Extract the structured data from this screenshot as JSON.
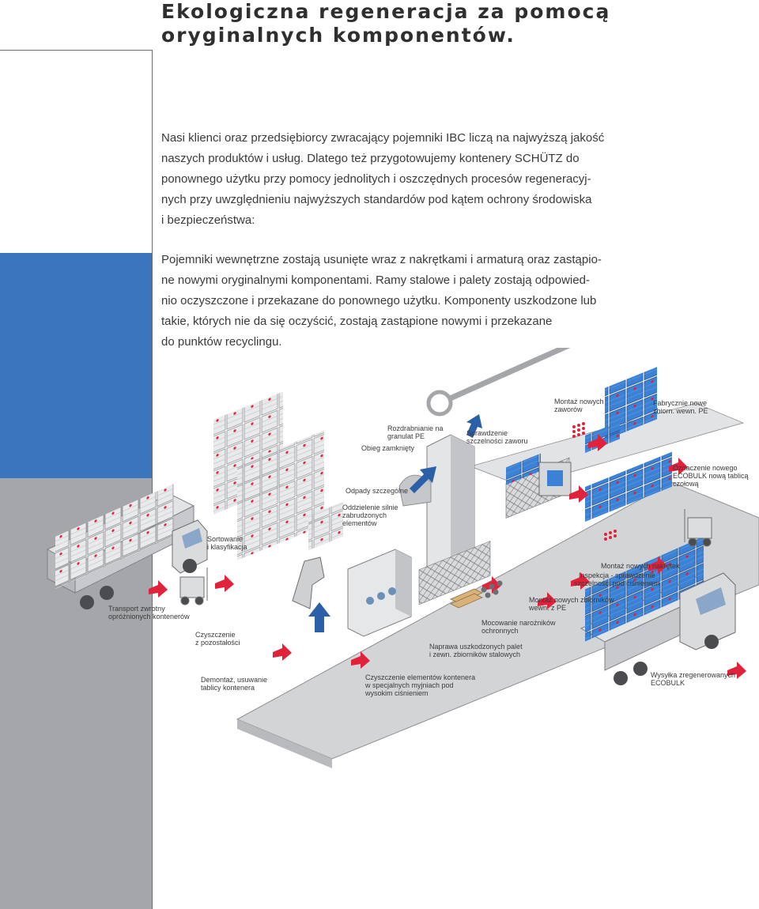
{
  "header": {
    "title_lines": [
      "Ekologiczna regeneracja za pomocą",
      "oryginalnych komponentów."
    ]
  },
  "intro": {
    "lines": [
      "Nasi klienci oraz przedsiębiorcy zwracający pojemniki IBC liczą na najwyższą jakość",
      "naszych produktów i usług. Dlatego też przygotowujemy kontenery SCHÜTZ do",
      "ponownego użytku przy pomocy jednolitych i oszczędnych procesów regeneracyj-",
      "nych przy uwzględnieniu najwyższych standardów pod kątem ochrony środowiska",
      "i bezpieczeństwa:"
    ]
  },
  "process": {
    "lines": [
      "Pojemniki wewnętrzne zostają usunięte wraz z nakrętkami i armaturą oraz zastąpio-",
      "ne nowymi oryginalnymi komponentami. Ramy stalowe i palety zostają odpowied-",
      "nio oczyszczone i przekazane do ponownego użytku. Komponenty uszkodzone lub",
      "takie, których nie da się oczyścić, zostają zastąpione nowymi i przekazane",
      "do punktów recyclingu."
    ]
  },
  "diagram": {
    "labels": {
      "montaz_zaworow": [
        "Montaż nowych",
        "zaworów"
      ],
      "fabrycznie": [
        "Fabrycznie nowe",
        "zbiorn. wewn. PE"
      ],
      "rozdrabnianie": [
        "Rozdrabnianie na",
        "granulat PE"
      ],
      "obieg": [
        "Obieg zamknięty"
      ],
      "sprawdzenie": [
        "Sprawdzenie",
        "szczelności zaworu"
      ],
      "oznaczenie": [
        "Oznaczenie nowego",
        "ECOBULK nową tablicą",
        "czołową"
      ],
      "odpady": [
        "Odpady szczególne"
      ],
      "oddzielenie": [
        "Oddzielenie silnie",
        "zabrudzonych",
        "elementów"
      ],
      "sortowanie": [
        "Sortowanie",
        "i klasyfikacja"
      ],
      "montaz_nakretek": [
        "Montaż nowych nakrętek"
      ],
      "inspekcja": [
        "Inspekcja - sprawdzenie",
        "szczelności pod ciśnieniem"
      ],
      "montaz_zbiornikow": [
        "Montaż nowych zbiorników",
        "wewn. z PE"
      ],
      "transport": [
        "Transport zwrotny",
        "opróżnionych kontenerów"
      ],
      "mocowanie": [
        "Mocowanie narożników",
        "ochronnych"
      ],
      "czyszczenie_poz": [
        "Czyszczenie",
        "z pozostałości"
      ],
      "naprawa": [
        "Naprawa uszkodzonych palet",
        "i zewn. zbiorników stalowych"
      ],
      "demontaz": [
        "Demontaż, usuwanie",
        "tablicy kontenera"
      ],
      "czyszczenie_el": [
        "Czyszczenie elementów kontenera",
        "w specjalnych myjniach pod",
        "wysokim ciśnieniem"
      ],
      "wysylka": [
        "Wysyłka zregenerowanych",
        "ECOBULK"
      ]
    }
  },
  "colors": {
    "accent_blue": "#3a75bd",
    "gray": "#a5a6aa",
    "ibc_blue": "#3b82d6",
    "arrow_red": "#e0223a",
    "text": "#3a3a3c"
  }
}
